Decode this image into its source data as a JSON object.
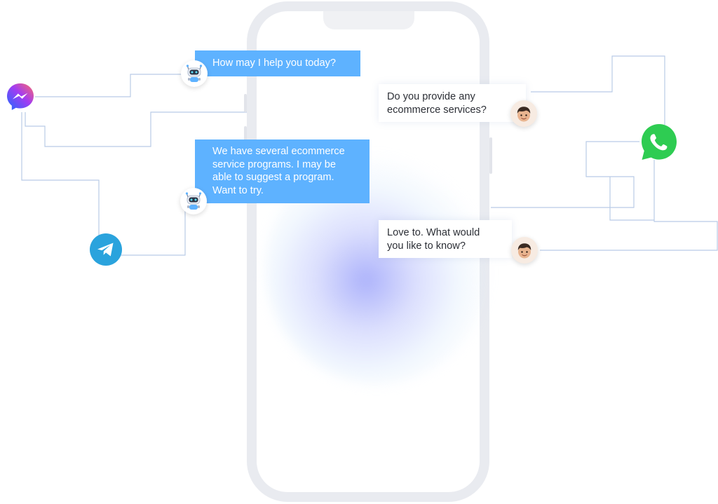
{
  "conversation": {
    "messages": [
      {
        "sender": "bot",
        "text": "How may I help you today?"
      },
      {
        "sender": "user",
        "text": "Do you provide any\necommerce services?"
      },
      {
        "sender": "bot",
        "text": "We have several ecommerce\nservice programs. I may be\nable to suggest a program.\nWant to try."
      },
      {
        "sender": "user",
        "text": "Love to. What would\nyou like to know?"
      }
    ]
  },
  "icons": {
    "messenger": "messenger-icon",
    "telegram": "telegram-icon",
    "whatsapp": "whatsapp-icon",
    "bot_avatar": "robot-icon",
    "user_avatar": "person-icon"
  },
  "colors": {
    "bot_bubble": "#5eb2ff",
    "user_bubble": "#ffffff",
    "connector": "#b9cbe6",
    "telegram": "#2aa3dd",
    "whatsapp": "#2ecc52",
    "phone_frame": "#e9ebf0"
  }
}
